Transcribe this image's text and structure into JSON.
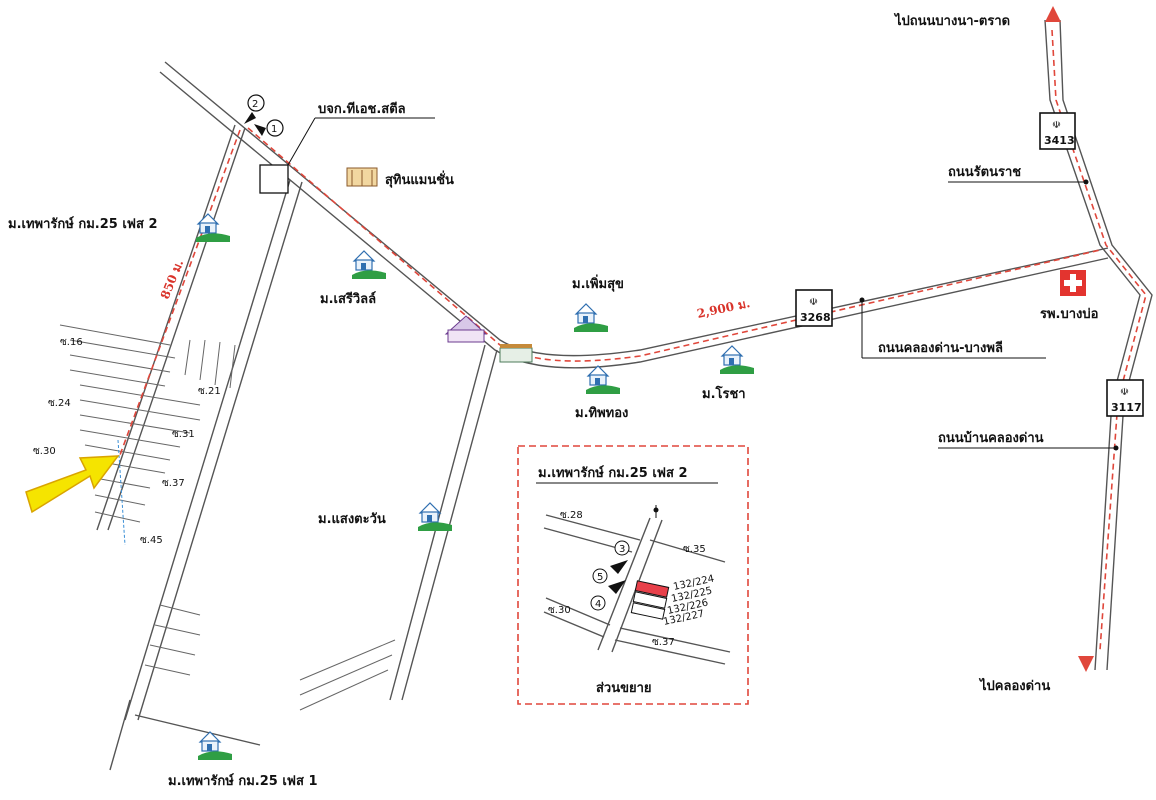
{
  "colors": {
    "route": "#e0473b",
    "house_green": "#2f9e44",
    "arrow_yellow": "#f5e400",
    "plot_red": "#e8404a",
    "hospital_red": "#e3342f"
  },
  "labels": {
    "to_bangna_trat": "ไปถนนบางนา-ตราด",
    "to_khlong_dan": "ไปคลองด่าน",
    "company": "บจก.ทีเอช.สตีล",
    "sutin_mansion": "สุทินแมนชั่น",
    "thepharak_phase2": "ม.เทพารักษ์ กม.25 เฟส 2",
    "thepharak_phase1": "ม.เทพารักษ์ กม.25 เฟส 1",
    "serivil": "ม.เสรีวิลล์",
    "permsuk": "ม.เพิ่มสุข",
    "thipthong": "ม.ทิพทอง",
    "rocha": "ม.โรชา",
    "saengtawan": "ม.แสงตะวัน",
    "rattanaraj_road": "ถนนรัตนราช",
    "khlongdan_bangphli_road": "ถนนคลองด่าน-บางพลี",
    "ban_khlongdan_road": "ถนนบ้านคลองด่าน",
    "hospital": "รพ.บางบ่อ",
    "dist_850": "850 ม.",
    "dist_2900": "2,900 ม.",
    "hwy_3413": "3413",
    "hwy_3268": "3268",
    "hwy_3117": "3117",
    "markers": [
      "1",
      "2",
      "3",
      "4",
      "5"
    ],
    "sois": {
      "s16": "ซ.16",
      "s21": "ซ.21",
      "s24": "ซ.24",
      "s31": "ซ.31",
      "s30": "ซ.30",
      "s37": "ซ.37",
      "s45": "ซ.45"
    }
  },
  "inset": {
    "title": "ม.เทพารักษ์ กม.25 เฟส 2",
    "caption": "ส่วนขยาย",
    "soi_28": "ซ.28",
    "soi_35": "ซ.35",
    "soi_30": "ซ.30",
    "soi_37": "ซ.37",
    "plots": [
      "132/224",
      "132/225",
      "132/226",
      "132/227"
    ]
  }
}
